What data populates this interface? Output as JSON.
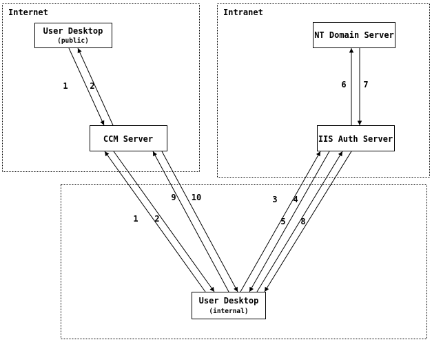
{
  "diagram": {
    "zones": {
      "internet": {
        "label": "Internet"
      },
      "intranet": {
        "label": "Intranet"
      }
    },
    "nodes": {
      "user_desktop_public": {
        "title": "User Desktop",
        "subtitle": "(public)"
      },
      "ccm_server": {
        "title": "CCM Server"
      },
      "nt_domain_server": {
        "title": "NT Domain Server"
      },
      "iis_auth_server": {
        "title": "IIS Auth Server"
      },
      "user_desktop_internal": {
        "title": "User Desktop",
        "subtitle": "(internal)"
      }
    },
    "edge_labels": {
      "e1p": "1",
      "e2p": "2",
      "e6": "6",
      "e7": "7",
      "e1i": "1",
      "e2i": "2",
      "e9": "9",
      "e10": "10",
      "e3": "3",
      "e4": "4",
      "e5": "5",
      "e8": "8"
    },
    "colors": {
      "ink": "#000000",
      "background": "#ffffff"
    }
  }
}
